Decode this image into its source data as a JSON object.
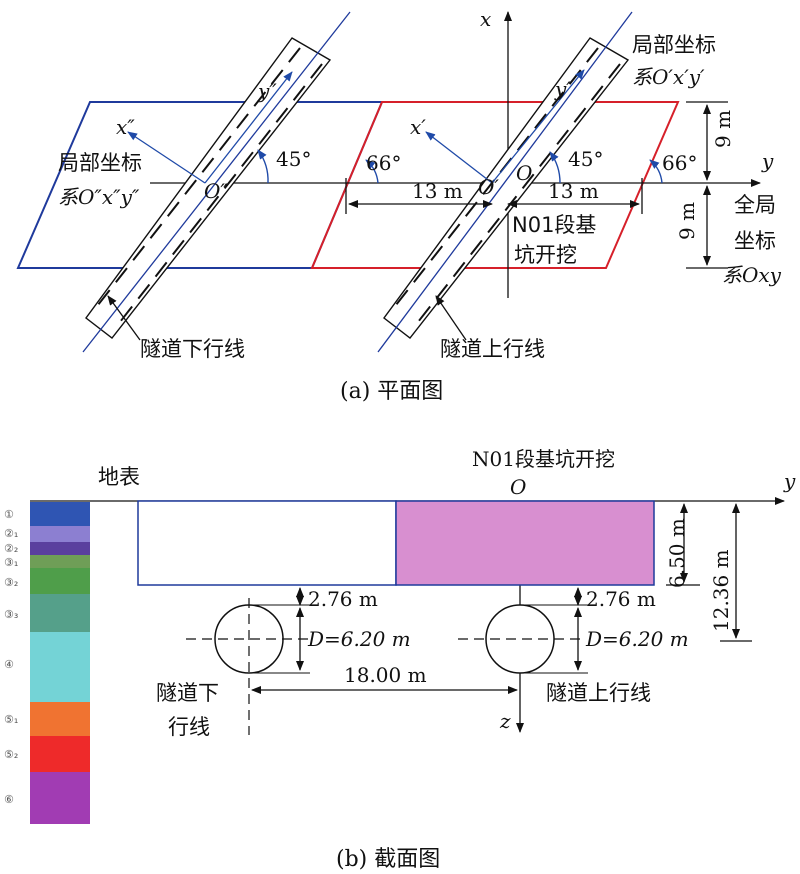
{
  "plan": {
    "axis_x": "x",
    "axis_y": "y",
    "label_local1_line1": "局部坐标",
    "label_local1_line2": "系O′x′y′",
    "label_local2_line1": "局部坐标",
    "label_local2_line2": "系O″x″y″",
    "label_global_line1": "全局",
    "label_global_line2": "坐标",
    "label_global_line3": "系Oxy",
    "x_prime": "x′",
    "y_prime": "y′",
    "x_dprime": "x″",
    "y_dprime": "y″",
    "origin_O": "O",
    "origin_O1": "O′",
    "origin_O2": "O″",
    "angle_45_a": "45°",
    "angle_45_b": "45°",
    "angle_66_a": "66°",
    "angle_66_b": "66°",
    "dim_13m_left": "13 m",
    "dim_13m_right": "13 m",
    "dim_9m_top": "9 m",
    "dim_9m_bottom": "9 m",
    "pit_line1": "N01段基",
    "pit_line2": "坑开挖",
    "tunnel_down": "隧道下行线",
    "tunnel_up": "隧道上行线",
    "caption": "(a) 平面图"
  },
  "section": {
    "surface_label": "地表",
    "pit_title": "N01段基坑开挖",
    "origin_O": "O",
    "axis_y": "y",
    "axis_z": "z",
    "dim_276_left": "2.76 m",
    "dim_276_right": "2.76 m",
    "dim_D_left": "D=6.20 m",
    "dim_D_right": "D=6.20 m",
    "dim_650": "6.50 m",
    "dim_1236": "12.36 m",
    "dim_1800": "18.00 m",
    "tunnel_down_line1": "隧道下",
    "tunnel_down_line2": "行线",
    "tunnel_up": "隧道上行线",
    "caption": "(b) 截面图",
    "layers": [
      {
        "label": "①",
        "color": "#2f55b3"
      },
      {
        "label": "②₁",
        "color": "#8c7fd1"
      },
      {
        "label": "②₂",
        "color": "#5a3f9e"
      },
      {
        "label": "③₁",
        "color": "#6f9e57"
      },
      {
        "label": "③₂",
        "color": "#4f9e4a"
      },
      {
        "label": "③₃",
        "color": "#55a08a"
      },
      {
        "label": "④",
        "color": "#74d3d6"
      },
      {
        "label": "⑤₁",
        "color": "#f07331"
      },
      {
        "label": "⑤₂",
        "color": "#ee2a2a"
      },
      {
        "label": "⑥",
        "color": "#a13cb3"
      }
    ]
  },
  "colors": {
    "blue_zone": "#1f3a9c",
    "red_zone": "#d6202a",
    "arrow_blue": "#1f4aa8",
    "pit_fill": "#d88fd0"
  }
}
